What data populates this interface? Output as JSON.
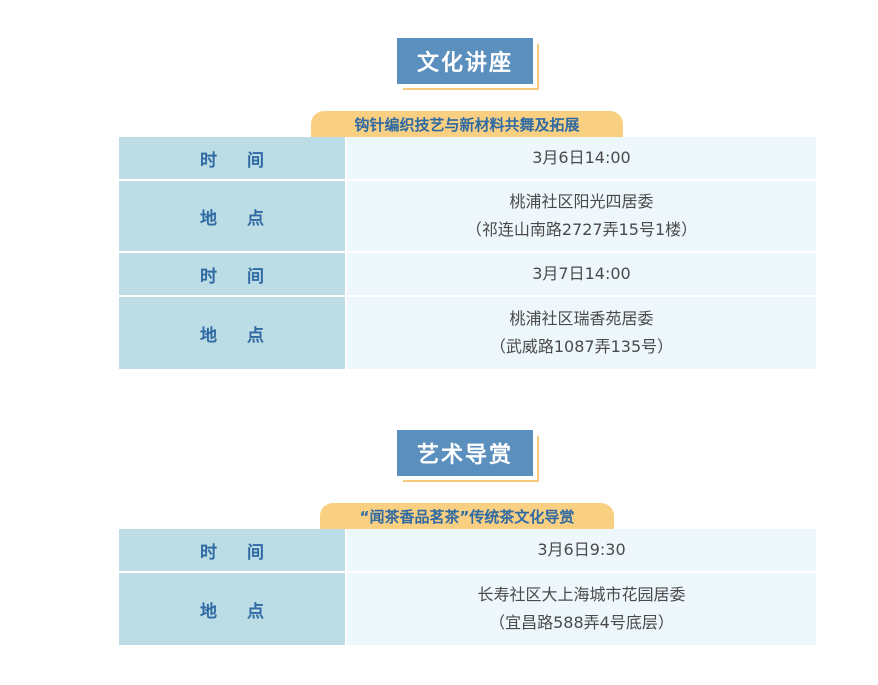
{
  "sections": [
    {
      "title": "文化讲座",
      "subtitle": "钩针编织技艺与新材料共舞及拓展",
      "rows": [
        {
          "label": "时 间",
          "lines": [
            "3月6日14:00"
          ]
        },
        {
          "label": "地 点",
          "lines": [
            "桃浦社区阳光四居委",
            "（祁连山南路2727弄15号1楼）"
          ]
        },
        {
          "label": "时 间",
          "lines": [
            "3月7日14:00"
          ]
        },
        {
          "label": "地 点",
          "lines": [
            "桃浦社区瑞香苑居委",
            "（武威路1087弄135号）"
          ]
        }
      ]
    },
    {
      "title": "艺术导赏",
      "subtitle": "“闻茶香品茗茶”传统茶文化导赏",
      "rows": [
        {
          "label": "时 间",
          "lines": [
            "3月6日9:30"
          ]
        },
        {
          "label": "地 点",
          "lines": [
            "长寿社区大上海城市花园居委",
            "（宜昌路588弄4号底层）"
          ]
        }
      ]
    }
  ],
  "colors": {
    "title_bg": "#5a8fbe",
    "title_text": "#ffffff",
    "accent_yellow": "#f9cf82",
    "label_bg": "#bcdce6",
    "label_text": "#2f6aa3",
    "value_bg": "#eef7fc",
    "value_text": "#4a4a4a"
  }
}
